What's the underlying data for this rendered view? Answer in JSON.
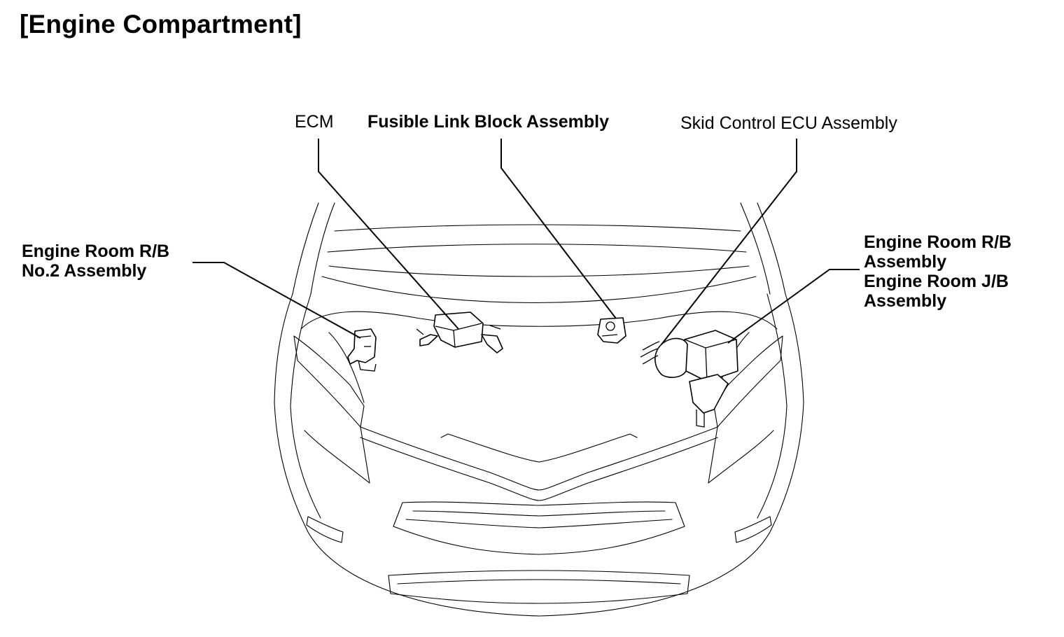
{
  "title": "[Engine Compartment]",
  "labels": {
    "ecm": "ECM",
    "fusible_link_block": "Fusible Link Block Assembly",
    "skid_control_ecu": "Skid Control ECU Assembly",
    "engine_room_rb_no2": {
      "line1": "Engine Room R/B",
      "line2": "No.2 Assembly"
    },
    "engine_room_rb_jb": {
      "line1": "Engine Room R/B",
      "line2": "Assembly",
      "line3": "Engine Room J/B",
      "line4": "Assembly"
    }
  },
  "colors": {
    "ink": "#000000",
    "background": "#ffffff"
  }
}
